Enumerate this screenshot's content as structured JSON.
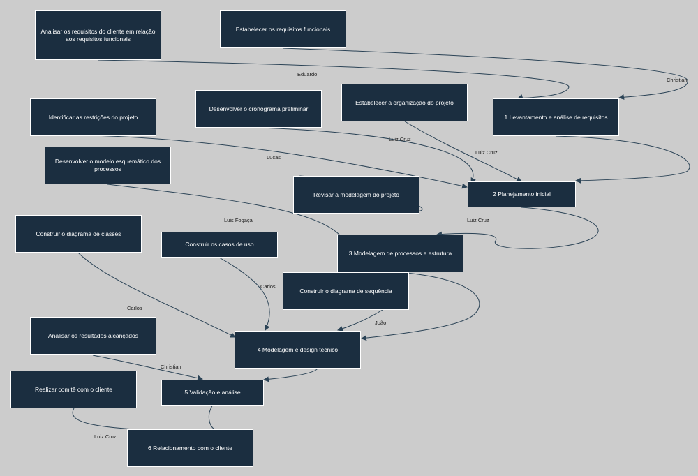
{
  "nodes": {
    "analisar_requisitos": "Analisar os requisitos do cliente em relação aos requisitos funcionais",
    "estabelecer_requisitos": "Estabelecer os requisitos funcionais",
    "identificar_restricoes": "Identificar as restrições do projeto",
    "desenvolver_cronograma": "Desenvolver o cronograma preliminar",
    "estabelecer_organizacao": "Estabelecer a organização do projeto",
    "levantamento": "1 Levantamento e análise de requisitos",
    "desenvolver_modelo": "Desenvolver o modelo esquemático dos processos",
    "revisar_modelagem": "Revisar a modelagem do projeto",
    "planejamento": "2 Planejamento inicial",
    "diagrama_classes": "Construir o diagrama de classes",
    "casos_uso": "Construir os casos de uso",
    "modelagem_processos": "3 Modelagem de processos e estrutura",
    "diagrama_sequencia": "Construir o diagrama de sequência",
    "analisar_resultados": "Analisar os resultados alcançados",
    "modelagem_design": "4 Modelagem e design técnico",
    "comite_cliente": "Realizar comitê com o cliente",
    "validacao": "5 Validação e análise",
    "relacionamento": "6 Relacionamento com o cliente"
  },
  "edge_labels": {
    "eduardo": "Eduardo",
    "christian_top": "Christian",
    "luiz_cruz_1": "Luiz Cruz",
    "luiz_cruz_2": "Luiz Cruz",
    "lucas": "Lucas",
    "luiz_cruz_3": "Luiz Cruz",
    "luis_fogaca": "Luis Fogaça",
    "carlos_1": "Carlos",
    "carlos_2": "Carlos",
    "joao": "João",
    "christian_bottom": "Christian",
    "luiz_cruz_4": "Luiz Cruz"
  },
  "colors": {
    "background": "#cccccc",
    "node_fill": "#1b2e40",
    "node_border": "#ffffff",
    "edge": "#2b4356"
  }
}
